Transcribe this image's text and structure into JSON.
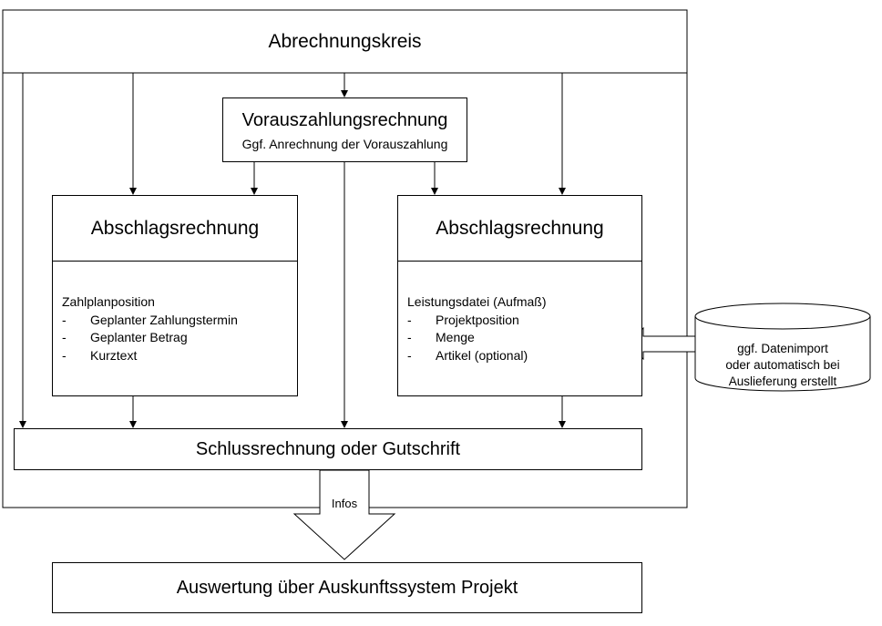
{
  "outer_title": "Abrechnungskreis",
  "vorauszahlung": {
    "title": "Vorauszahlungsrechnung",
    "subtitle": "Ggf. Anrechnung der Vorauszahlung"
  },
  "abschlag_left": {
    "title": "Abschlagsrechnung",
    "list_title": "Zahlplanposition",
    "items": [
      "Geplanter Zahlungstermin",
      "Geplanter Betrag",
      "Kurztext"
    ]
  },
  "abschlag_right": {
    "title": "Abschlagsrechnung",
    "list_title": "Leistungsdatei (Aufmaß)",
    "items": [
      "Projektposition",
      "Menge",
      "Artikel (optional)"
    ]
  },
  "cylinder": {
    "lines": [
      "ggf. Datenimport",
      "oder automatisch bei",
      "Auslieferung erstellt"
    ]
  },
  "schluss": {
    "title": "Schlussrechnung oder Gutschrift"
  },
  "infos_label": "Infos",
  "auswertung": {
    "title": "Auswertung über Auskunftssystem Projekt"
  },
  "list_bullet": "-"
}
